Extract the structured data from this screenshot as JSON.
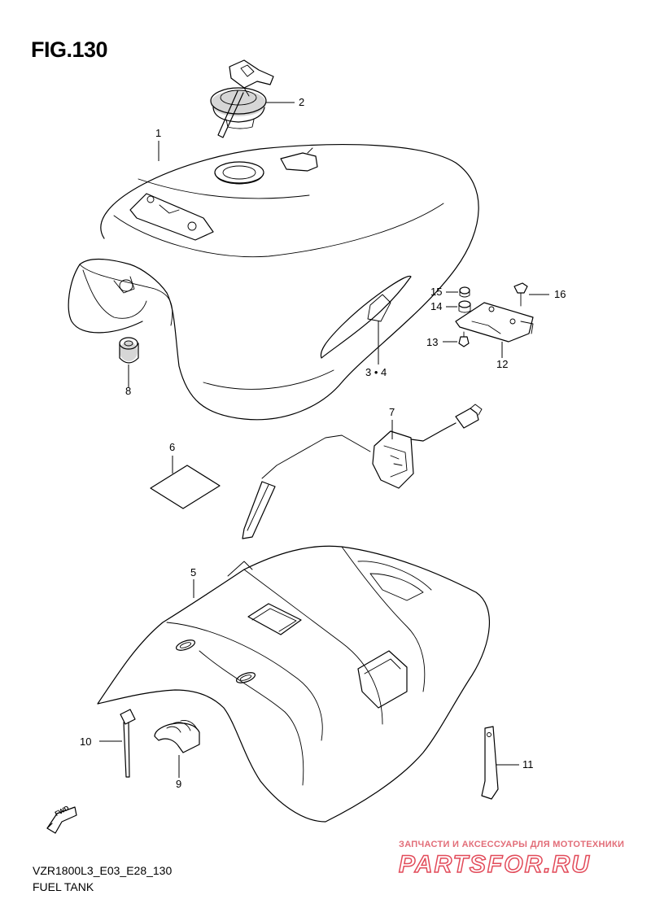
{
  "figure": {
    "title": "FIG.130"
  },
  "callouts": {
    "p1": "1",
    "p2": "2",
    "p34": "3 • 4",
    "p5": "5",
    "p6": "6",
    "p7": "7",
    "p8": "8",
    "p9": "9",
    "p10": "10",
    "p11": "11",
    "p12": "12",
    "p13": "13",
    "p14": "14",
    "p15": "15",
    "p16": "16"
  },
  "footer": {
    "model_code": "VZR1800L3_E03_E28_130",
    "section_name": "FUEL TANK",
    "fwd_label": "FWD"
  },
  "watermark": {
    "tagline": "ЗАПЧАСТИ И АКСЕССУАРЫ ДЛЯ МОТОТЕХНИКИ",
    "logo_text": "PARTSFOR.RU"
  }
}
